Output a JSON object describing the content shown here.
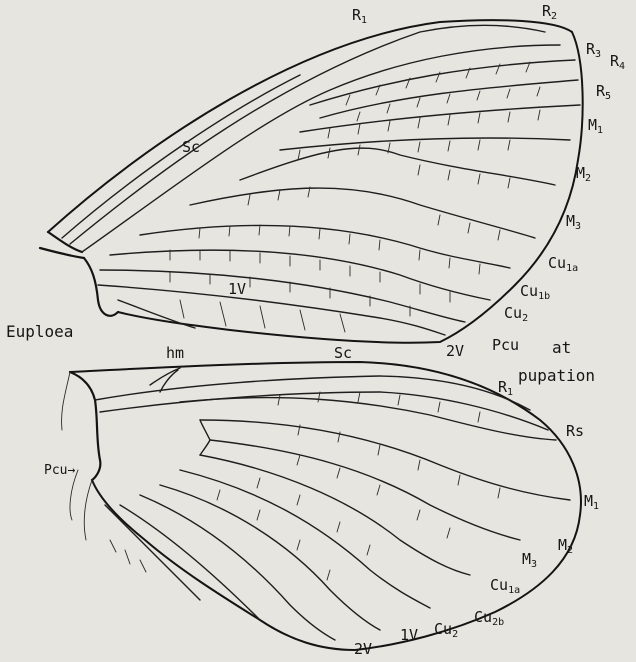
{
  "figure": {
    "genus": "Euploea",
    "caption_line1": "at",
    "caption_line2": "pupation"
  },
  "forewing_labels": {
    "sc": "Sc",
    "r1": "R",
    "r1_sub": "1",
    "r2": "R",
    "r2_sub": "2",
    "r3": "R",
    "r3_sub": "3",
    "r4": "R",
    "r4_sub": "4",
    "r5": "R",
    "r5_sub": "5",
    "m1": "M",
    "m1_sub": "1",
    "m2": "M",
    "m2_sub": "2",
    "m3": "M",
    "m3_sub": "3",
    "cu1a": "Cu",
    "cu1a_sub": "1a",
    "cu1b": "Cu",
    "cu1b_sub": "1b",
    "cu2": "Cu",
    "cu2_sub": "2",
    "v1": "1V",
    "v2": "2V",
    "pcu": "Pcu"
  },
  "hindwing_labels": {
    "hm": "hm",
    "sc": "Sc",
    "r1": "R",
    "r1_sub": "1",
    "rs": "Rs",
    "m1": "M",
    "m1_sub": "1",
    "m2": "M",
    "m2_sub": "2",
    "m3": "M",
    "m3_sub": "3",
    "cu1a": "Cu",
    "cu1a_sub": "1a",
    "cu2b": "Cu",
    "cu2b_sub": "2b",
    "cu2": "Cu",
    "cu2_sub": "2",
    "v1": "1V",
    "v2": "2V",
    "pcu": "Pcu→"
  }
}
